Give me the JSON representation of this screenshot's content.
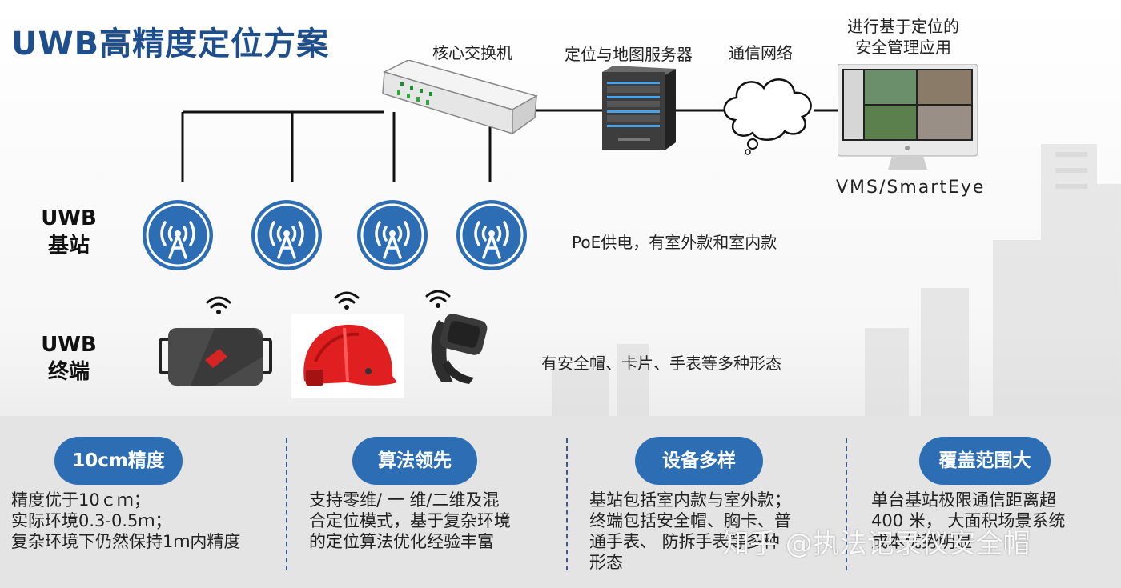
{
  "title": "UWB高精度定位方案",
  "top_labels": {
    "switch": "核心交换机",
    "server": "定位与地图服务器",
    "network": "通信网络",
    "app": "进行基于定位的\n安全管理应用",
    "vms": "VMS/SmartEye"
  },
  "rows": {
    "station": "UWB\n基站",
    "terminal": "UWB\n终端"
  },
  "notes": {
    "poe": "PoE供电，有室外款和室内款",
    "forms": "有安全帽、卡片、手表等多种形态"
  },
  "features": [
    {
      "title": "10cm精度",
      "desc": "精度优于10ｃｍ；\n实际环境0.3-0.5ｍ；\n复杂环境下仍然保持1ｍ内精度"
    },
    {
      "title": "算法领先",
      "desc": "支持零维/  一  维/二维及混\n合定位模式，基于复杂环境\n的定位算法优化经验丰富"
    },
    {
      "title": "设备多样",
      "desc": "基站包括室内款与室外款；\n终端包括安全帽、胸卡、普\n通手表、    防拆手表等多种\n形态"
    },
    {
      "title": "覆盖范围大",
      "desc": "单台基站极限通信距离超\n400  米，  大面积场景系统\n成本优势明显"
    }
  ],
  "watermark": "知乎 @执法记录仪安全帽",
  "colors": {
    "title": "#1f4e8c",
    "pill": "#2d6db3",
    "icon": "#2d6db3",
    "helmet": "#e02020"
  },
  "icons": [
    "network-switch-icon",
    "server-tower-icon",
    "cloud-network-icon",
    "imac-monitor-icon",
    "antenna-tower-icon",
    "wifi-signal-icon",
    "uwb-badge-device",
    "safety-helmet-device",
    "smart-watch-device"
  ]
}
